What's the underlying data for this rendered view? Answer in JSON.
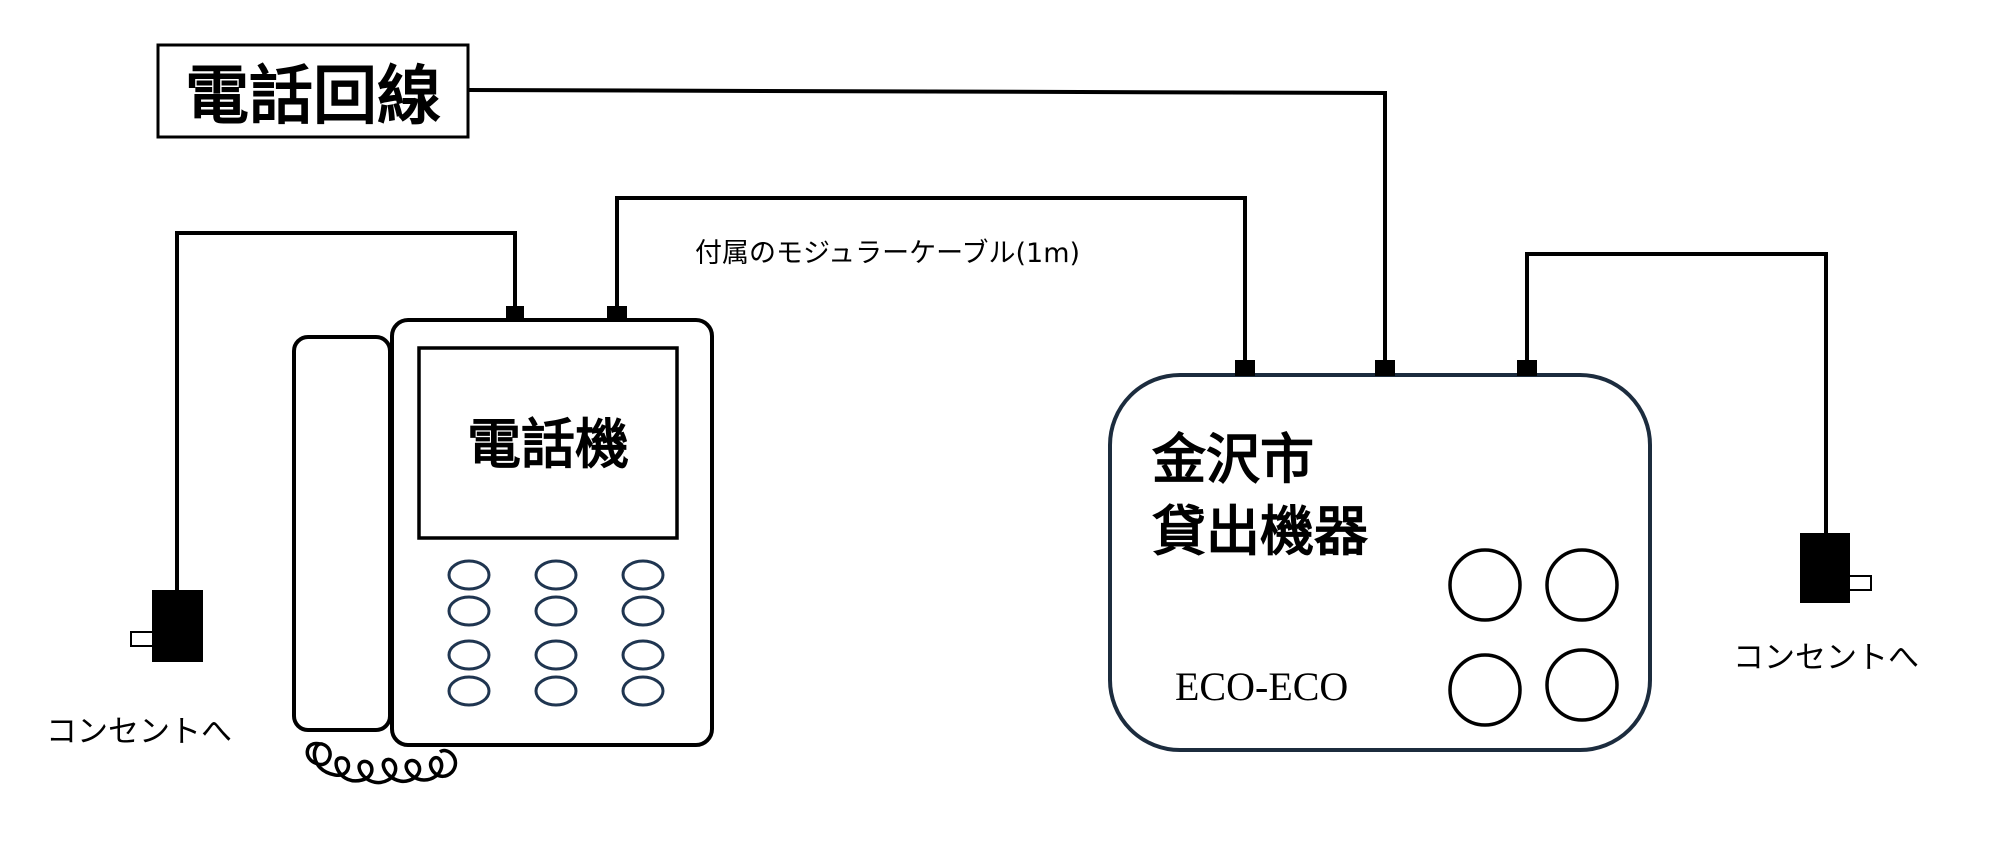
{
  "labels": {
    "phone_line": "電話回線",
    "telephone": "電話機",
    "device_line1": "金沢市",
    "device_line2": "貸出機器",
    "device_model": "ECO-ECO",
    "cable_note": "付属のモジュラーケーブル(1m)",
    "outlet_left": "コンセントへ",
    "outlet_right": "コンセントへ"
  },
  "colors": {
    "line": "#000000",
    "device_border": "#1c2c3e",
    "key_outline": "#1f3550"
  }
}
